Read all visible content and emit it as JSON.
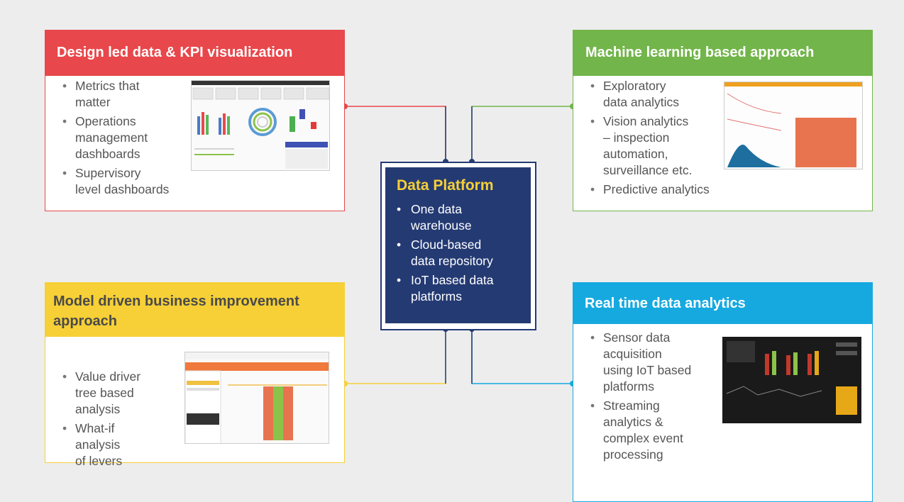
{
  "colors": {
    "design": "#e8474b",
    "ml": "#72b54a",
    "model": "#f6d036",
    "realtime": "#16a9e0",
    "platform": "#243a73",
    "platform_title": "#f6d036"
  },
  "center": {
    "title": "Data Platform",
    "items": [
      "One data\nwarehouse",
      "Cloud-based\ndata repository",
      "IoT based data\nplatforms"
    ]
  },
  "panels": {
    "design": {
      "title": "Design led data & KPI visualization",
      "items": [
        "Metrics that\nmatter",
        "Operations\nmanagement\ndashboards",
        "Supervisory\nlevel dashboards"
      ]
    },
    "ml": {
      "title": "Machine learning based approach",
      "items": [
        "Exploratory\ndata analytics",
        "Vision analytics\n– inspection\nautomation,\nsurveillance etc.",
        "Predictive analytics"
      ]
    },
    "model": {
      "title": "Model driven business improvement approach",
      "items": [
        "Value driver\ntree based\nanalysis",
        "What-if\nanalysis\nof levers"
      ]
    },
    "realtime": {
      "title": "Real time data analytics",
      "items": [
        "Sensor data\nacquisition\nusing IoT based\nplatforms",
        "Streaming\nanalytics &\ncomplex event\nprocessing"
      ]
    }
  }
}
